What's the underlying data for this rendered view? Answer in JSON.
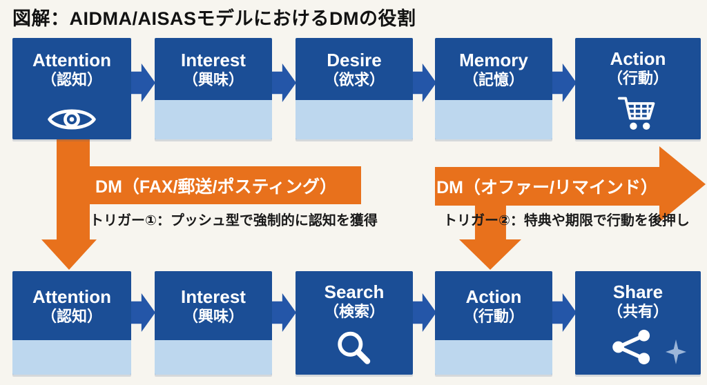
{
  "title": "図解：AIDMA/AISASモデルにおけるDMの役割",
  "aidma": {
    "name": "AIDMA",
    "steps": [
      {
        "en": "Attention",
        "jp": "（認知）",
        "icon": "eye"
      },
      {
        "en": "Interest",
        "jp": "（興味）",
        "icon": ""
      },
      {
        "en": "Desire",
        "jp": "（欲求）",
        "icon": ""
      },
      {
        "en": "Memory",
        "jp": "（記憶）",
        "icon": ""
      },
      {
        "en": "Action",
        "jp": "（行動）",
        "icon": "shopping-cart"
      }
    ]
  },
  "aisas": {
    "name": "AISAS",
    "steps": [
      {
        "en": "Attention",
        "jp": "（認知）",
        "icon": ""
      },
      {
        "en": "Interest",
        "jp": "（興味）",
        "icon": ""
      },
      {
        "en": "Search",
        "jp": "（検索）",
        "icon": "magnifier"
      },
      {
        "en": "Action",
        "jp": "（行動）",
        "icon": ""
      },
      {
        "en": "Share",
        "jp": "（共有）",
        "icon": "share-nodes"
      }
    ]
  },
  "dm_push": {
    "banner": "DM（FAX/郵送/ポスティング）",
    "trigger": "トリガー①：プッシュ型で強制的に認知を獲得"
  },
  "dm_pull": {
    "banner": "DM（オファー/リマインド）",
    "trigger": "トリガー②：特典や期限で行動を後押し"
  },
  "colors": {
    "box_blue": "#1b4e96",
    "box_light_blue": "#bdd7ee",
    "flow_arrow_blue": "#2456a8",
    "dm_orange": "#e8711c",
    "background": "#f7f5ef",
    "sparkle_blue": "#9cb6d9",
    "text": "#121212"
  }
}
